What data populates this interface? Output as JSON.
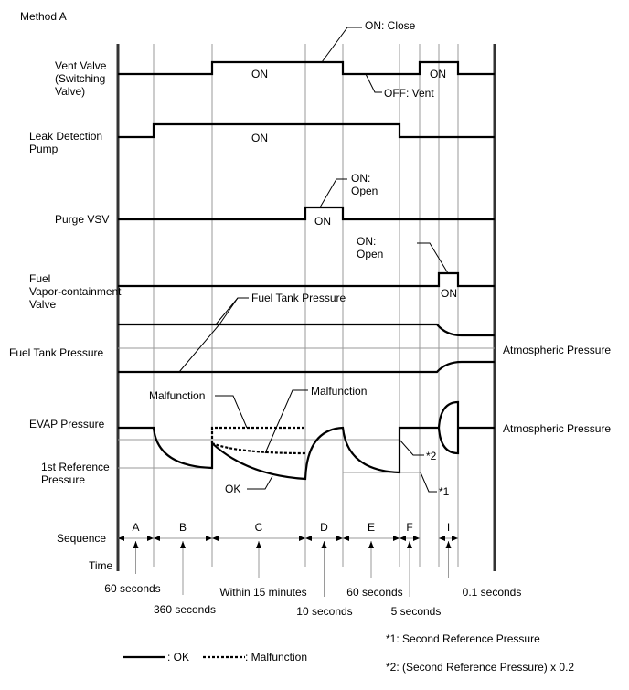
{
  "title": "Method A",
  "signals": {
    "vent_valve": "Vent Valve",
    "vent_valve_2": "(Switching",
    "vent_valve_3": "Valve)",
    "leak_pump": "Leak Detection",
    "leak_pump_2": "Pump",
    "purge_vsv": "Purge VSV",
    "fuel_vapor": "Fuel",
    "fuel_vapor_2": "Vapor-containment",
    "fuel_vapor_3": "Valve",
    "fuel_tank_pressure": "Fuel Tank Pressure",
    "evap_pressure": "EVAP Pressure",
    "first_ref": "1st Reference",
    "first_ref_2": "Pressure",
    "sequence": "Sequence",
    "time": "Time"
  },
  "annotations": {
    "on_close": "ON: Close",
    "on": "ON",
    "off_vent": "OFF: Vent",
    "on_open_1": "ON:",
    "on_open_2": "Open",
    "fuel_tank_pressure": "Fuel Tank Pressure",
    "atmospheric_pressure": "Atmospheric Pressure",
    "malfunction": "Malfunction",
    "ok": "OK",
    "star2": "*2",
    "star1": "*1"
  },
  "sequence": [
    "A",
    "B",
    "C",
    "D",
    "E",
    "F",
    "I"
  ],
  "times": [
    "60 seconds",
    "360 seconds",
    "Within 15 minutes",
    "10 seconds",
    "60 seconds",
    "5 seconds",
    "0.1 seconds"
  ],
  "legend": {
    "ok": ": OK",
    "malfunction": ": Malfunction"
  },
  "notes": {
    "n1": "*1: Second Reference Pressure",
    "n2": "*2: (Second Reference Pressure) x 0.2"
  }
}
